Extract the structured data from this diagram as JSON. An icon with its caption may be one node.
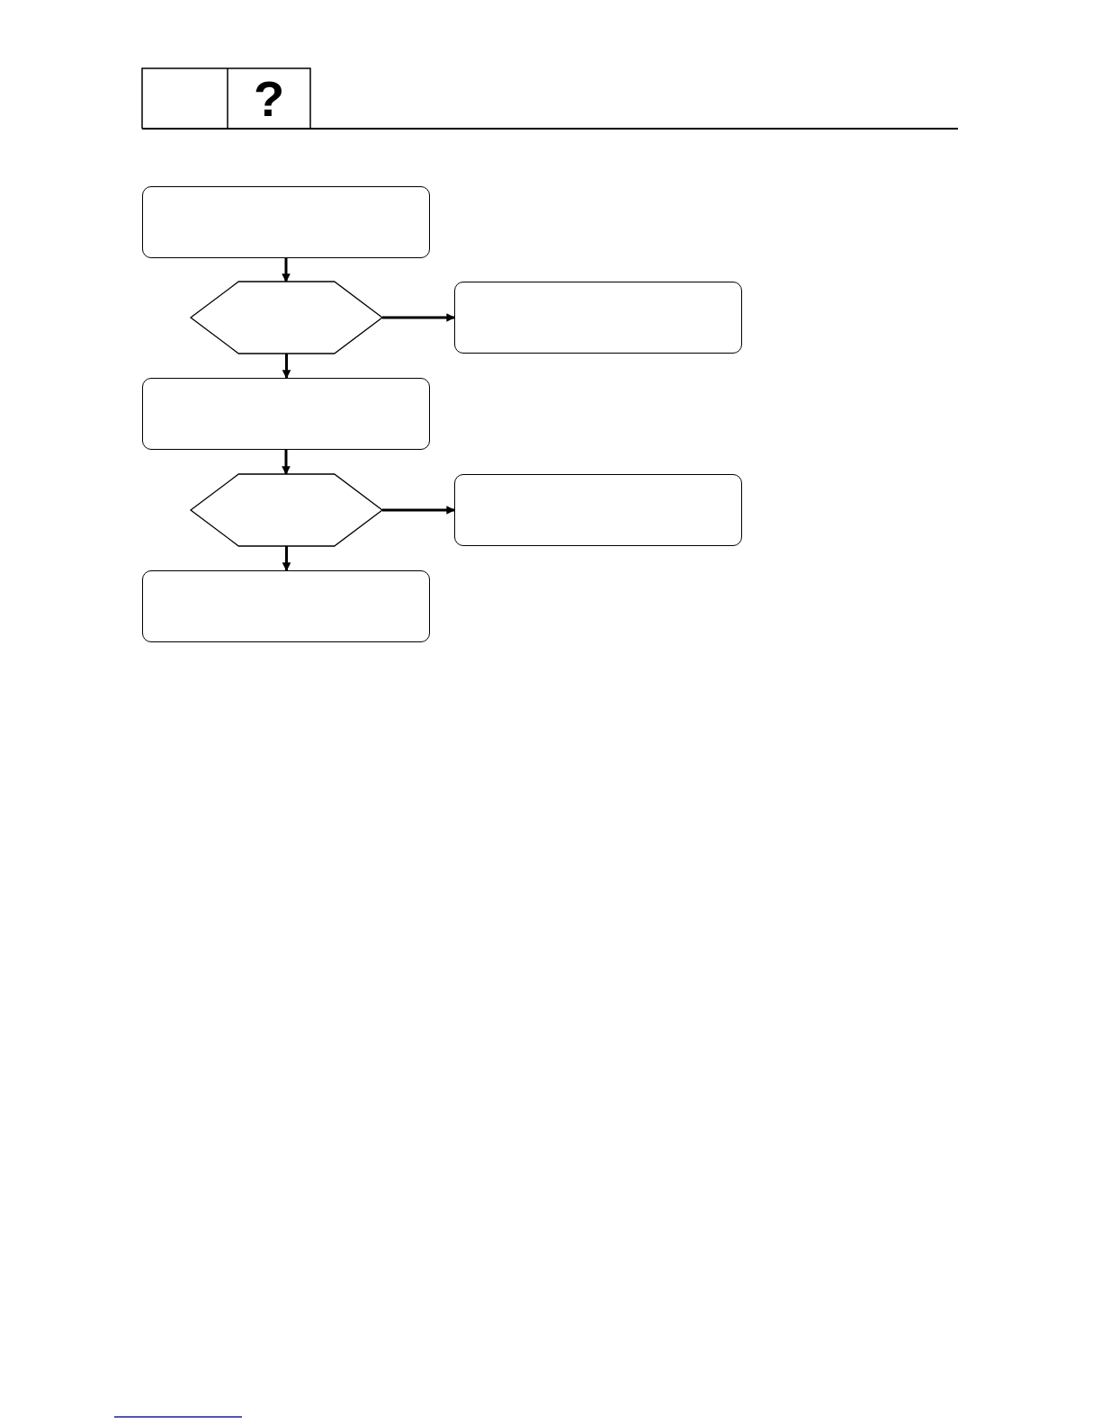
{
  "diagram": {
    "nodes": [
      {
        "text": [],
        "shape": "box"
      },
      {
        "text": [],
        "shape": "hexagon"
      },
      {
        "text": [],
        "shape": "box"
      },
      {
        "text": [],
        "shape": "box"
      },
      {
        "text": [],
        "shape": "hexagon"
      },
      {
        "text": [],
        "shape": "box"
      },
      {
        "text": [],
        "shape": "box"
      }
    ],
    "edges": [
      {
        "from": 0,
        "to": 1,
        "arrow": "to"
      },
      {
        "from": 1,
        "to": 2,
        "arrow": "to"
      },
      {
        "from": 1,
        "to": 3,
        "arrow": "to"
      },
      {
        "from": 3,
        "to": 4,
        "arrow": "to"
      },
      {
        "from": 4,
        "to": 5,
        "arrow": "to"
      },
      {
        "from": 4,
        "to": 6,
        "arrow": "to"
      }
    ],
    "labels": [
      "?"
    ]
  }
}
